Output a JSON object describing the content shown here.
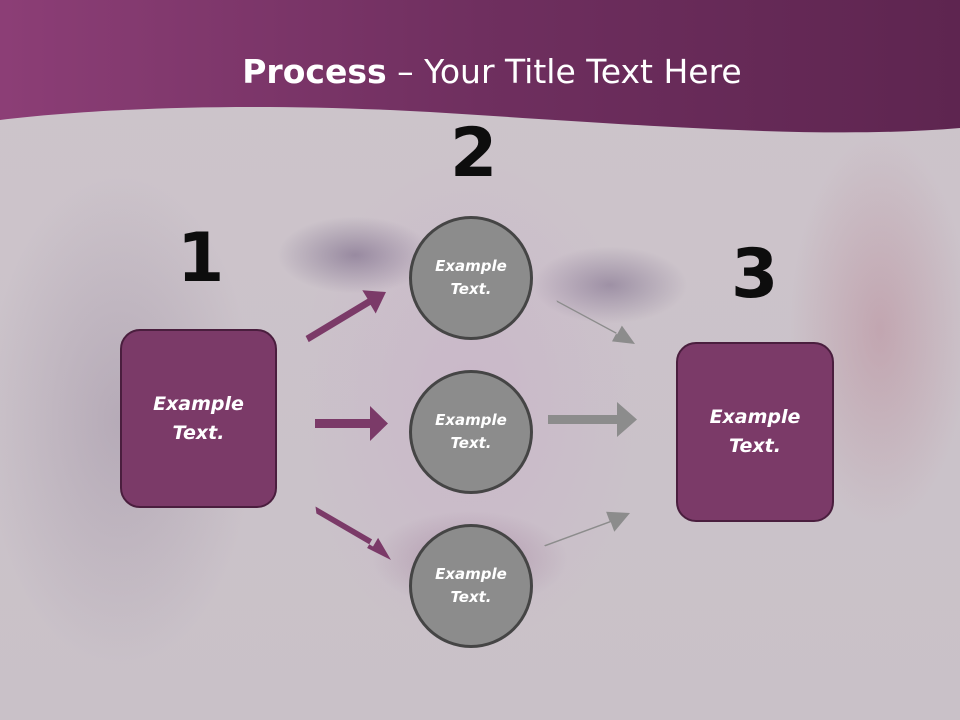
{
  "title": {
    "bold": "Process",
    "rest": " – Your Title Text Here"
  },
  "steps": [
    "1",
    "2",
    "3"
  ],
  "left_box": {
    "text": "Example\nText."
  },
  "circles": [
    {
      "text": "Example\nText."
    },
    {
      "text": "Example\nText."
    },
    {
      "text": "Example\nText."
    }
  ],
  "right_box": {
    "text": "Example\nText."
  },
  "colors": {
    "header": "#6e2e5e",
    "box_fill": "#7b3a68",
    "box_border": "#4a1e3e",
    "circle_fill": "#8c8c8c",
    "circle_border": "#454545",
    "arrow_plum": "#7b3a68",
    "arrow_gray": "#8c8c8c",
    "number_text": "#0d0d0d"
  }
}
